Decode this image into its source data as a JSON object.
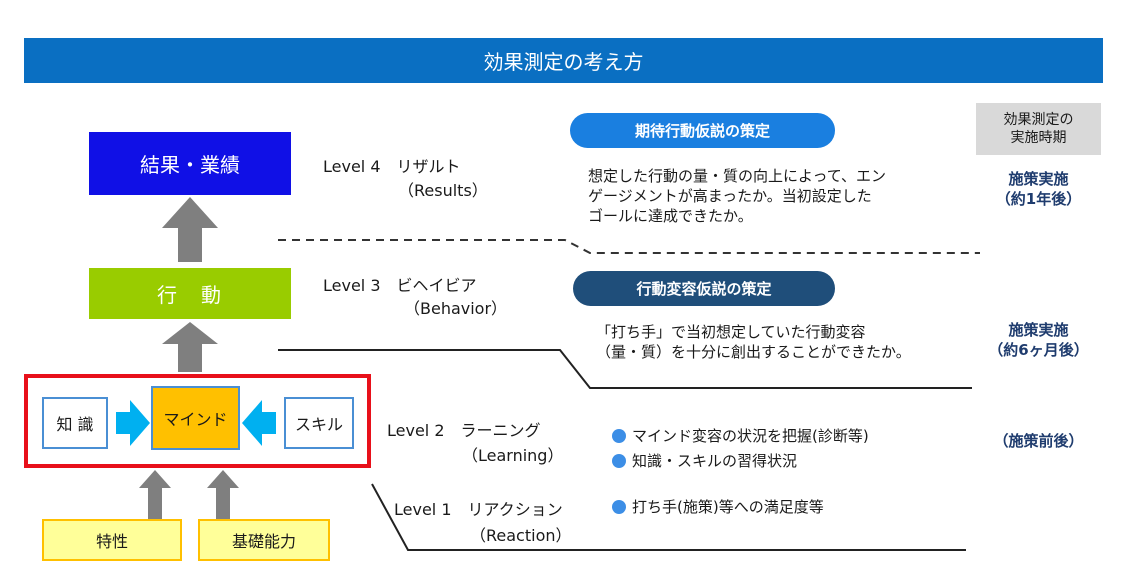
{
  "title": "効果測定の考え方",
  "boxes": {
    "results": "結果・業績",
    "behavior": "行　動",
    "knowledge": "知 識",
    "mind": "マインド",
    "skill": "スキル",
    "trait": "特性",
    "ability": "基礎能力"
  },
  "levels": {
    "l4": {
      "label": "Level 4　リザルト",
      "sub": "（Results）"
    },
    "l3": {
      "label": "Level 3　ビヘイビア",
      "sub": "（Behavior）"
    },
    "l2": {
      "label": "Level 2　ラーニング",
      "sub": "（Learning）"
    },
    "l1": {
      "label": "Level 1　リアクション",
      "sub": "（Reaction）"
    }
  },
  "hypotheses": {
    "expected": "期待行動仮説の策定",
    "change": "行動変容仮説の策定"
  },
  "descriptions": {
    "l4": [
      "想定した行動の量・質の向上によって、エン",
      "ゲージメントが高まったか。当初設定した",
      "ゴールに達成できたか。"
    ],
    "l3": [
      "「打ち手」で当初想定していた行動変容",
      "（量・質）を十分に創出することができたか。"
    ],
    "l2": [
      "マインド変容の状況を把握(診断等)",
      "知識・スキルの習得状況"
    ],
    "l1": [
      "打ち手(施策)等への満足度等"
    ]
  },
  "timing": {
    "header": [
      "効果測定の",
      "実施時期"
    ],
    "l4": [
      "施策実施",
      "（約1年後）"
    ],
    "l3": [
      "施策実施",
      "（約6ヶ月後）"
    ],
    "l2": "（施策前後）"
  },
  "colors": {
    "title_bar": "#0a6fc2",
    "results": "#1010e6",
    "behavior": "#99cc00",
    "mind": "#ffc000",
    "frame": "#e8101a",
    "arrow_gray": "#7f7f7f",
    "arrow_blue": "#00b0f0"
  }
}
